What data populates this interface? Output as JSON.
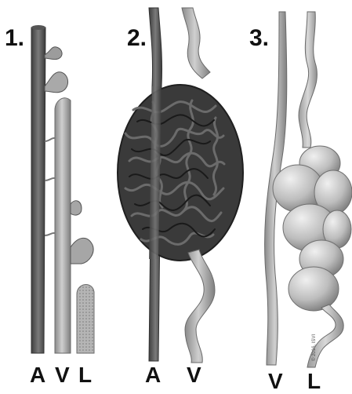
{
  "panels": [
    {
      "number": "1.",
      "labels": [
        "A",
        "V",
        "L"
      ]
    },
    {
      "number": "2.",
      "labels": [
        "A",
        "V"
      ]
    },
    {
      "number": "3.",
      "labels": [
        "V",
        "L"
      ]
    }
  ],
  "copyright": "© 2016, ISVI",
  "colors": {
    "artery": "#5a5a5a",
    "vein": "#a3a3a3",
    "lymphatic": "#b8b8b8",
    "tangle": "#2c2c2c",
    "sac": "#cfcfcf"
  }
}
